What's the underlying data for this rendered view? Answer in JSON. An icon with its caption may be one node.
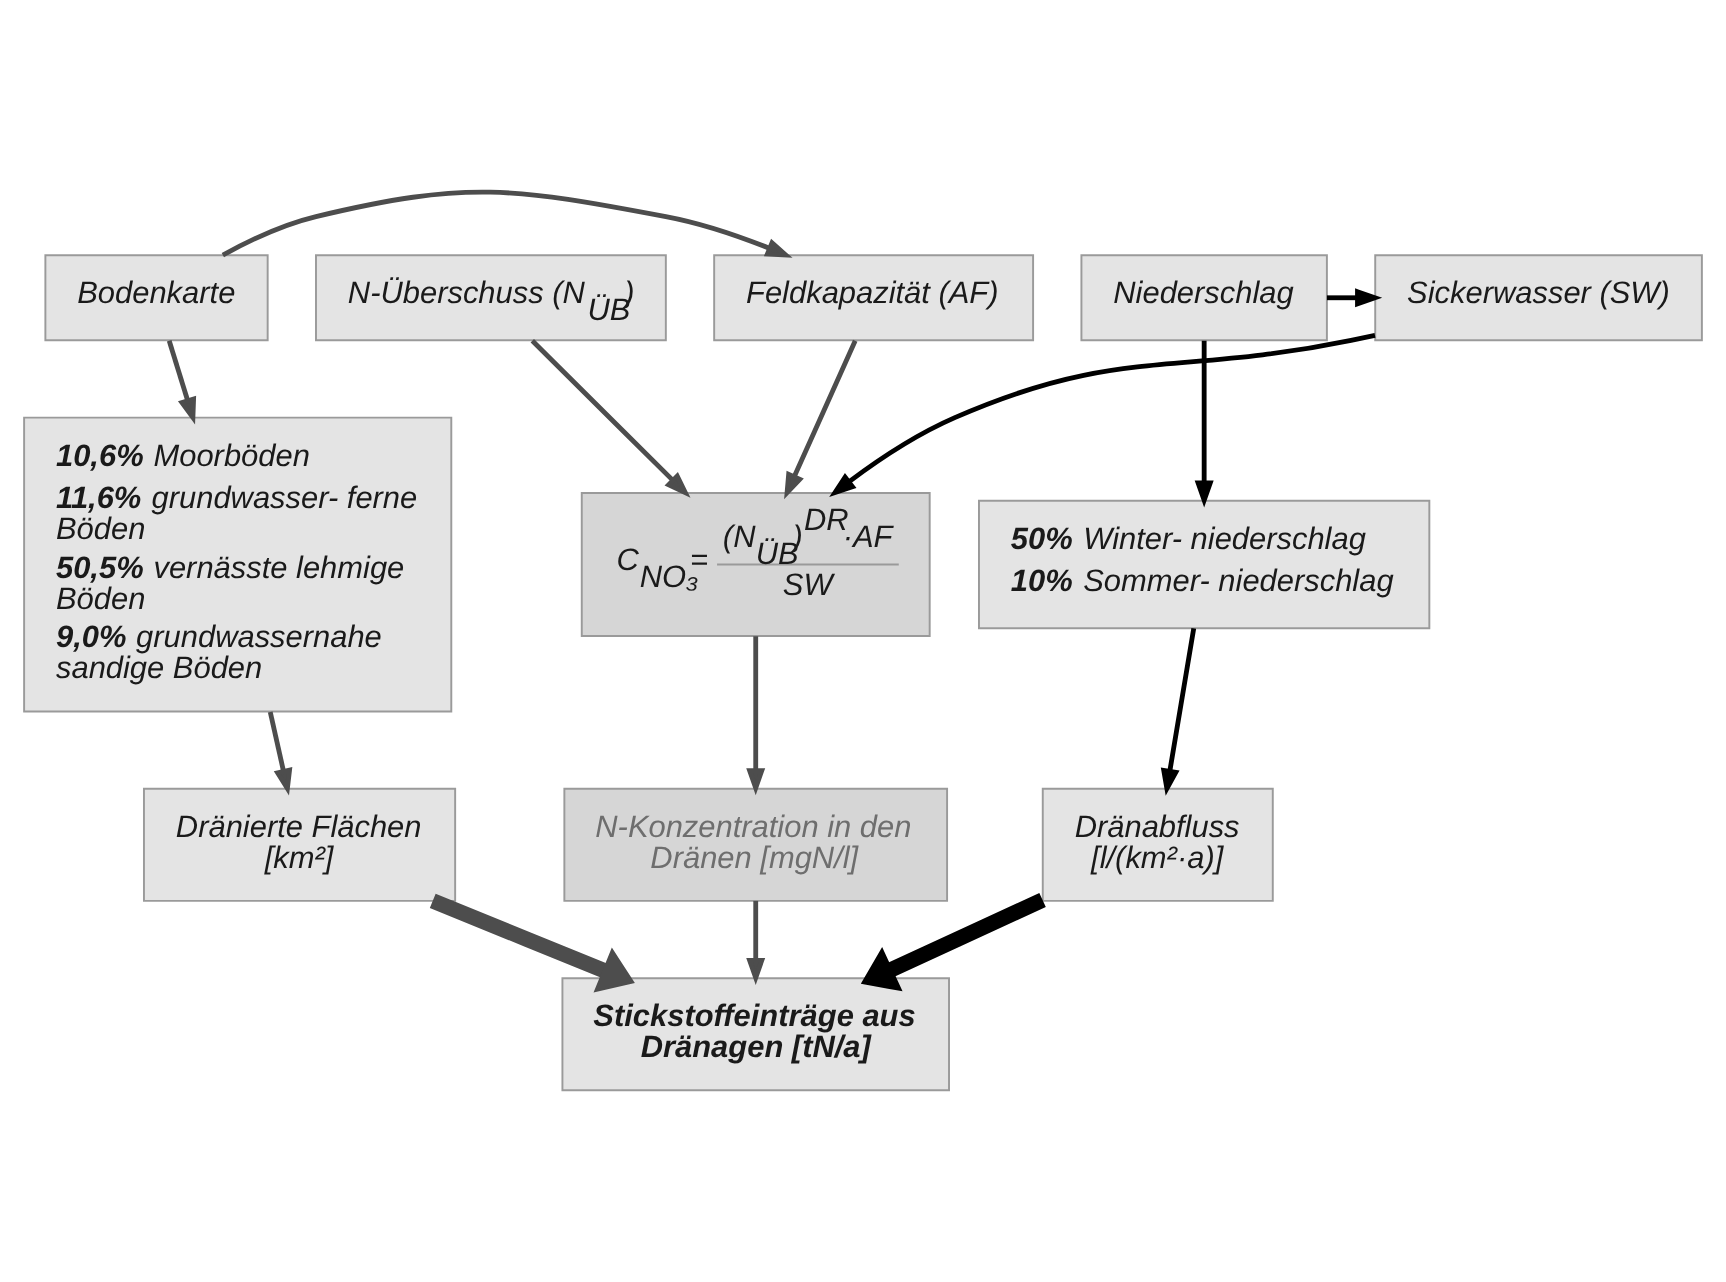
{
  "diagram": {
    "nodes": [
      {
        "text": [
          "Bodenkarte"
        ]
      },
      {
        "text": [
          "Feldkapazität (AF)"
        ]
      },
      {
        "text": [
          "N-Überschuss (N$_{ÜB}$)"
        ]
      },
      {
        "text": [
          "Sickerwasser (SW)"
        ]
      },
      {
        "text": [
          "Niederschlag"
        ]
      },
      {
        "text": [
          "**10,6%** Moorböden",
          "**11,6%** grundwasser- ferne Böden",
          "**50,5%** vernässte lehmige Böden",
          "**9,0%** grundwassernahe sandige Böden"
        ]
      },
      {
        "text": [
          "C$_{NO₃}$=",
          "(N$_{ÜB}$)$^{DR}$·AF",
          "SW"
        ]
      },
      {
        "text": [
          "**50%** Winter- niederschlag",
          "**10%** Sommer- niederschlag"
        ]
      },
      {
        "text": [
          "Dränierte Flächen [km²]"
        ]
      },
      {
        "text": [
          "N-Konzentration in den Dränen [mgN/l]"
        ]
      },
      {
        "text": [
          "Dränabfluss [l/(km²·a)]"
        ]
      },
      {
        "text": [
          "Stickstoffeinträge aus Dränagen [tN/a]"
        ]
      }
    ],
    "edges": [
      {
        "from": 0,
        "to": 1,
        "arrow": "to"
      },
      {
        "from": 4,
        "to": 3,
        "arrow": "to",
        "color": "#000000"
      },
      {
        "from": 0,
        "to": 5,
        "arrow": "to"
      },
      {
        "from": 1,
        "to": 6,
        "arrow": "to"
      },
      {
        "from": 2,
        "to": 6,
        "arrow": "to"
      },
      {
        "from": 3,
        "to": 6,
        "arrow": "to",
        "color": "#000000"
      },
      {
        "from": 4,
        "to": 7,
        "arrow": "to",
        "color": "#000000"
      },
      {
        "from": 5,
        "to": 8,
        "arrow": "to"
      },
      {
        "from": 6,
        "to": 9,
        "arrow": "to"
      },
      {
        "from": 7,
        "to": 10,
        "arrow": "to",
        "color": "#000000"
      },
      {
        "from": 8,
        "to": 11,
        "arrow": "to",
        "style": "thick"
      },
      {
        "from": 9,
        "to": 11,
        "arrow": "to"
      },
      {
        "from": 10,
        "to": 11,
        "arrow": "to",
        "style": "thick",
        "color": "#000000"
      }
    ]
  }
}
